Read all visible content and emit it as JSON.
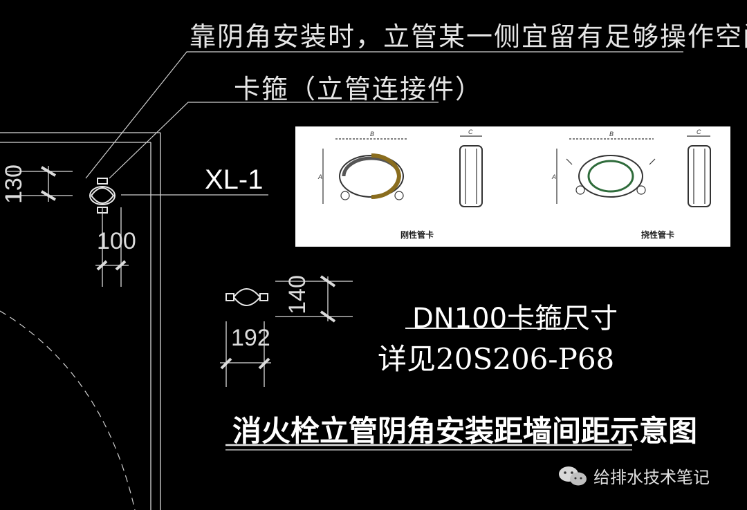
{
  "annotations": {
    "corner_note": "靠阴角安装时，立管某一侧宜留有足够操作空间",
    "clamp_note": "卡箍（立管连接件）",
    "riser_tag": "XL-1"
  },
  "dimensions": {
    "riser_offset_vertical": "130",
    "riser_offset_horizontal": "100",
    "clamp_height": "140",
    "clamp_width": "192"
  },
  "clamp_reference": {
    "title": "DN100卡箍尺寸",
    "standard": "详见20S206-P68",
    "photo_labels": {
      "rigid": "刚性管卡",
      "flexible": "挠性管卡"
    },
    "dimension_letters": {
      "b": "B",
      "c": "C",
      "a": "A"
    }
  },
  "drawing_title": "消火栓立管阴角安装距墙间距示意图",
  "watermark": "给排水技术笔记",
  "colors": {
    "background": "#000000",
    "lines": "#e6e6e6",
    "photo_bg": "#ffffff"
  }
}
